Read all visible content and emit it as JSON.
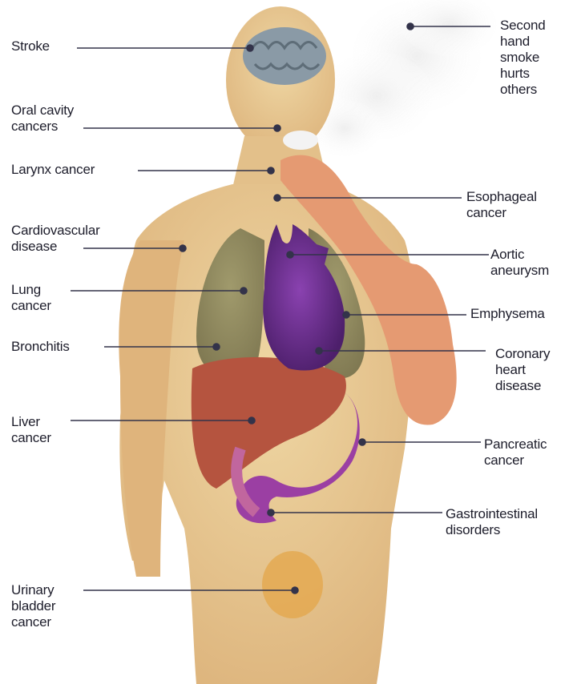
{
  "title": "",
  "labels": {
    "stroke": [
      "Stroke"
    ],
    "oral": [
      "Oral cavity",
      "cancers"
    ],
    "larynx": [
      "Larynx cancer"
    ],
    "cardio": [
      "Cardiovascular",
      "disease"
    ],
    "lung": [
      "Lung",
      "cancer"
    ],
    "bronchitis": [
      "Bronchitis"
    ],
    "liver": [
      "Liver",
      "cancer"
    ],
    "bladder": [
      "Urinary",
      "bladder",
      "cancer"
    ],
    "secondhand": [
      "Second",
      "hand",
      "smoke",
      "hurts",
      "others"
    ],
    "esophageal": [
      "Esophageal",
      "cancer"
    ],
    "aortic": [
      "Aortic",
      "aneurysm"
    ],
    "emphysema": [
      "Emphysema"
    ],
    "coronary": [
      "Coronary",
      "heart",
      "disease"
    ],
    "pancreatic": [
      "Pancreatic",
      "cancer"
    ],
    "gi": [
      "Gastrointestinal",
      "disorders"
    ]
  },
  "colors": {
    "skin": "#e8c98f",
    "skin_shadow": "#d9a870",
    "lungs": "#8f8a5c",
    "heart": "#6a2d8c",
    "liver": "#b5543f",
    "stomach": "#9b3fa3",
    "arm": "#e59a72",
    "brain": "#8a9aa6",
    "smoke": "#d9d9d9",
    "bladder": "#e3a84e",
    "leader": "#33334a",
    "text": "#1d1d2b"
  }
}
